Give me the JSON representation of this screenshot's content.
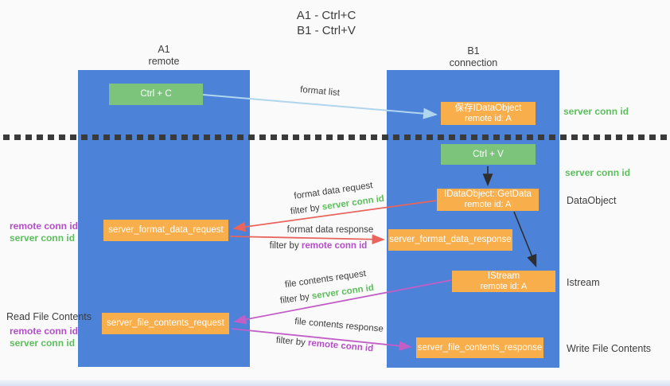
{
  "title": {
    "line1": "A1 - Ctrl+C",
    "line2": "B1 - Ctrl+V"
  },
  "lanes": {
    "left": {
      "name": "A1",
      "role": "remote"
    },
    "right": {
      "name": "B1",
      "role": "connection"
    }
  },
  "nodes": {
    "ctrl_c": "Ctrl + C",
    "ctrl_v": "Ctrl + V",
    "save_idataobject": {
      "title": "保存IDataObject",
      "subtitle": "remote id: A"
    },
    "getdata": {
      "title": "IDataObject::GetData",
      "subtitle": "remote id: A"
    },
    "istream": {
      "title": "IStream",
      "subtitle": "remote id: A"
    },
    "format_request": "server_format_data_request",
    "format_response": "server_format_data_response",
    "file_request": "server_file_contents_request",
    "file_response": "server_file_contents_response"
  },
  "arrow_labels": {
    "format_list": "format list",
    "format_data_request": "format data request",
    "format_data_response": "format data response",
    "file_contents_request": "file contents request",
    "file_contents_response": "file contents response",
    "filter_prefix": "filter by ",
    "server_conn_id": "server conn id",
    "remote_conn_id": "remote conn id"
  },
  "side_labels": {
    "server_conn_id_top": "server conn id",
    "server_conn_id_mid": "server conn id",
    "dataobject": "DataObject",
    "istream": "Istream",
    "read_file_contents": "Read File Contents",
    "write_file_contents": "Write File Contents",
    "remote_conn_id": "remote conn id",
    "server_conn_id": "server conn id"
  },
  "colors": {
    "background": "#fafafa",
    "lane_blue": "#4c82d8",
    "node_green": "#7cc47c",
    "node_orange": "#f9ae4c",
    "text_green": "#5cbe5c",
    "text_purple": "#b44ec8",
    "arrow_red": "#e8645c",
    "arrow_purple": "#c25fc7",
    "arrow_light_blue": "#afd5ef",
    "arrow_black": "#2e2e2e",
    "text_dark": "#3d3d3d"
  }
}
